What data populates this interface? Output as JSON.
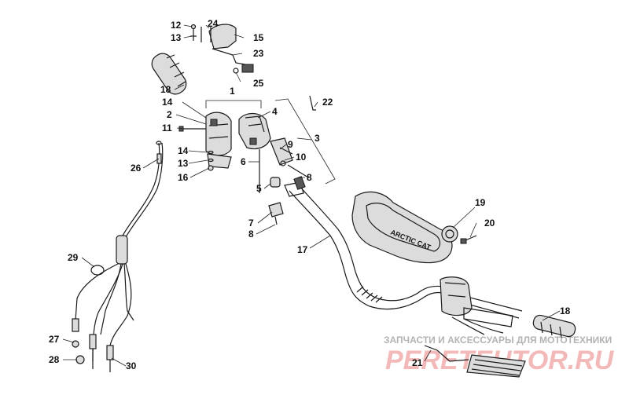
{
  "part_labels": {
    "p1": "1",
    "p2": "2",
    "p3": "3",
    "p4": "4",
    "p5": "5",
    "p6": "6",
    "p7": "7",
    "p8a": "8",
    "p8b": "8",
    "p9": "9",
    "p10": "10",
    "p11": "11",
    "p12": "12",
    "p13a": "13",
    "p13b": "13",
    "p14a": "14",
    "p14b": "14",
    "p15": "15",
    "p16": "16",
    "p17": "17",
    "p18a": "18",
    "p18b": "18",
    "p19": "19",
    "p20": "20",
    "p21": "21",
    "p22": "22",
    "p23": "23",
    "p24": "24",
    "p25": "25",
    "p26": "26",
    "p27": "27",
    "p28": "28",
    "p29": "29",
    "p30": "30"
  },
  "pad_brand": "ARCTIC CAT",
  "watermark": {
    "top_text": "ЗАПЧАСТИ И АКСЕССУАРЫ ДЛЯ МОТОТЕХНИКИ",
    "site": "PERETEHTOR.RU"
  }
}
